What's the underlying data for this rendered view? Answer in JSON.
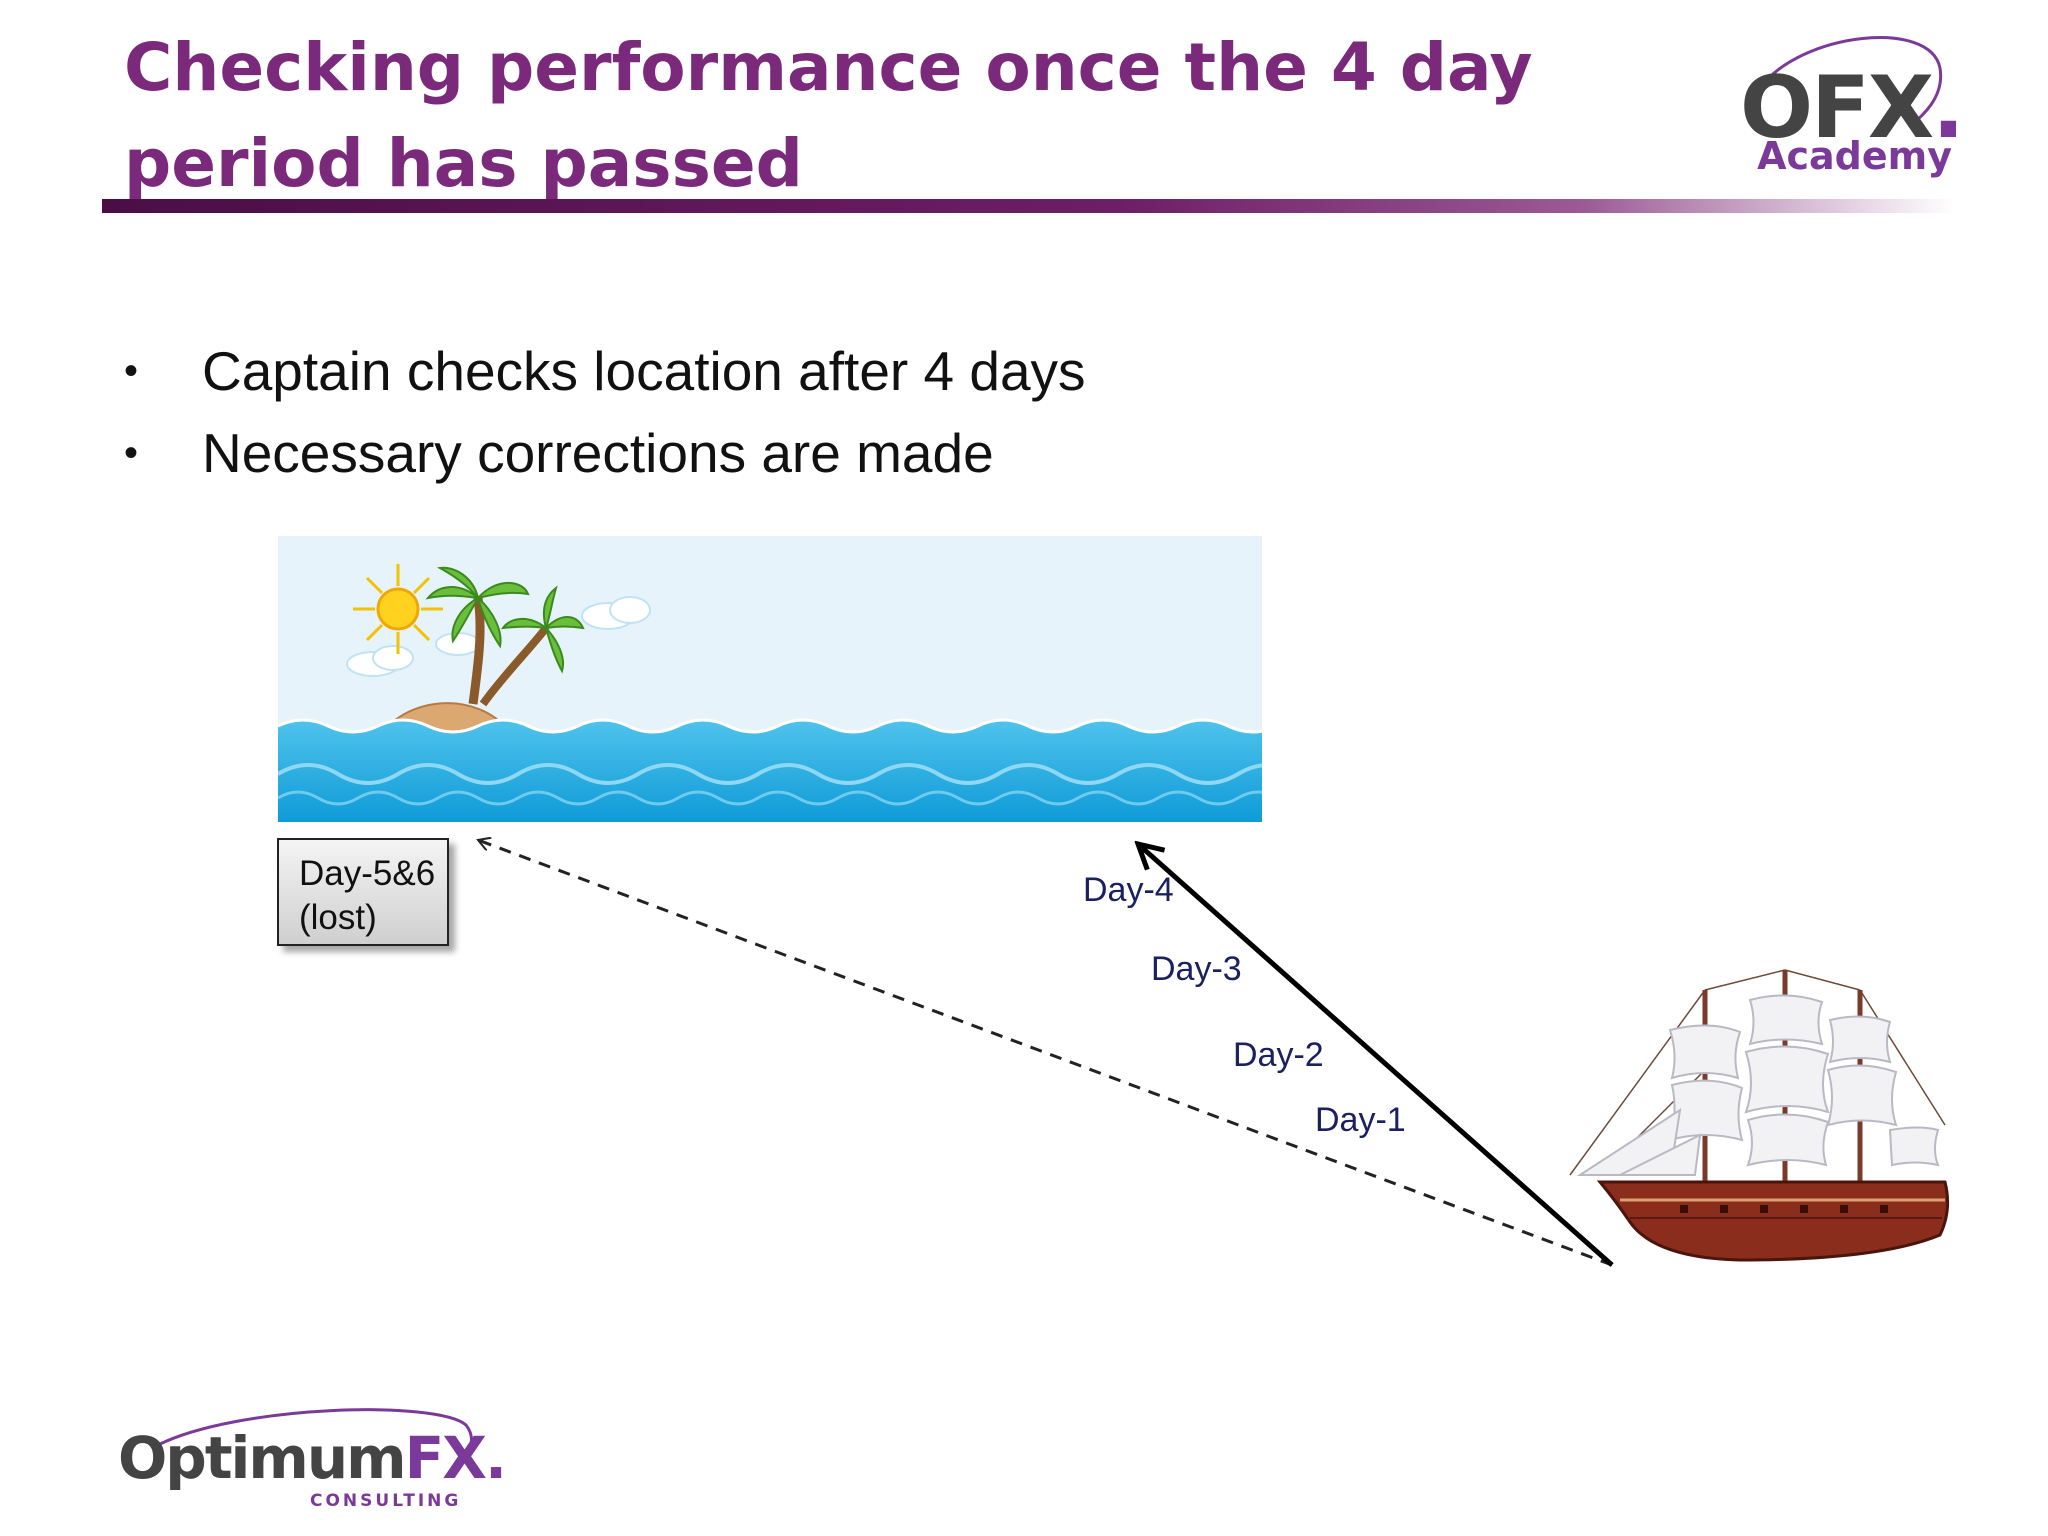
{
  "slide": {
    "title": "Checking performance once the 4 day period has passed",
    "bullets": [
      "Captain checks location after 4 days",
      "Necessary corrections are made"
    ],
    "lost_box": {
      "line1": "Day-5&6",
      "line2": "(lost)"
    },
    "day_labels": [
      "Day-4",
      "Day-3",
      "Day-2",
      "Day-1"
    ]
  },
  "logos": {
    "top_right": {
      "main_a": "OFX",
      "main_b": ".",
      "sub": "Academy"
    },
    "bottom_left": {
      "main_a": "Optimum",
      "main_b": "FX",
      "main_c": ".",
      "sub": "CONSULTING"
    }
  },
  "colors": {
    "title": "#7b2a7b",
    "logo_gray": "#444444",
    "logo_purple": "#7b3a9a",
    "day_label": "#1b2060",
    "sea": "#1ea7dc",
    "sky": "#e6f3fa"
  },
  "icons": [
    "island-icon",
    "sun-icon",
    "palm-tree-icon",
    "ship-icon"
  ]
}
